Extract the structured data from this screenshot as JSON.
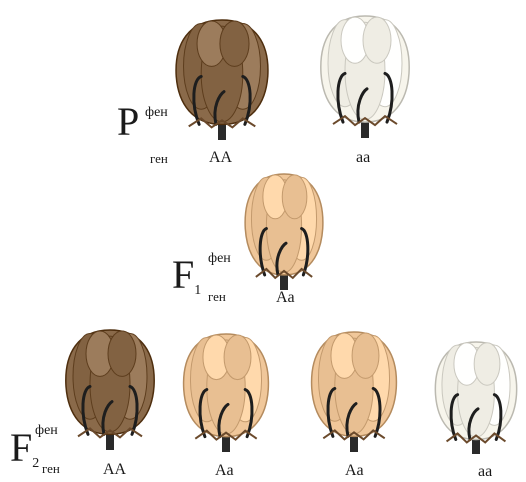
{
  "rows": {
    "p": {
      "label": "P",
      "pheno_tag": "фен",
      "geno_tag": "ген",
      "genotypes": [
        "AA",
        "aa"
      ],
      "boll_colors": [
        "brown",
        "white"
      ]
    },
    "f1": {
      "label": "F",
      "label_sub": "1",
      "pheno_tag": "фен",
      "geno_tag": "ген",
      "genotypes": [
        "Aa"
      ],
      "boll_colors": [
        "peach"
      ]
    },
    "f2": {
      "label": "F",
      "label_sub": "2",
      "pheno_tag": "фен",
      "geno_tag": "ген",
      "genotypes": [
        "AA",
        "Aa",
        "Aa",
        "aa"
      ],
      "boll_colors": [
        "brown",
        "peach",
        "peach",
        "white"
      ]
    }
  },
  "colors": {
    "brown": "#8a6a4a",
    "white": "#f7f5ec",
    "peach": "#f0c79a",
    "bract": "#1e1e1e",
    "stem": "#2a2a2a"
  }
}
